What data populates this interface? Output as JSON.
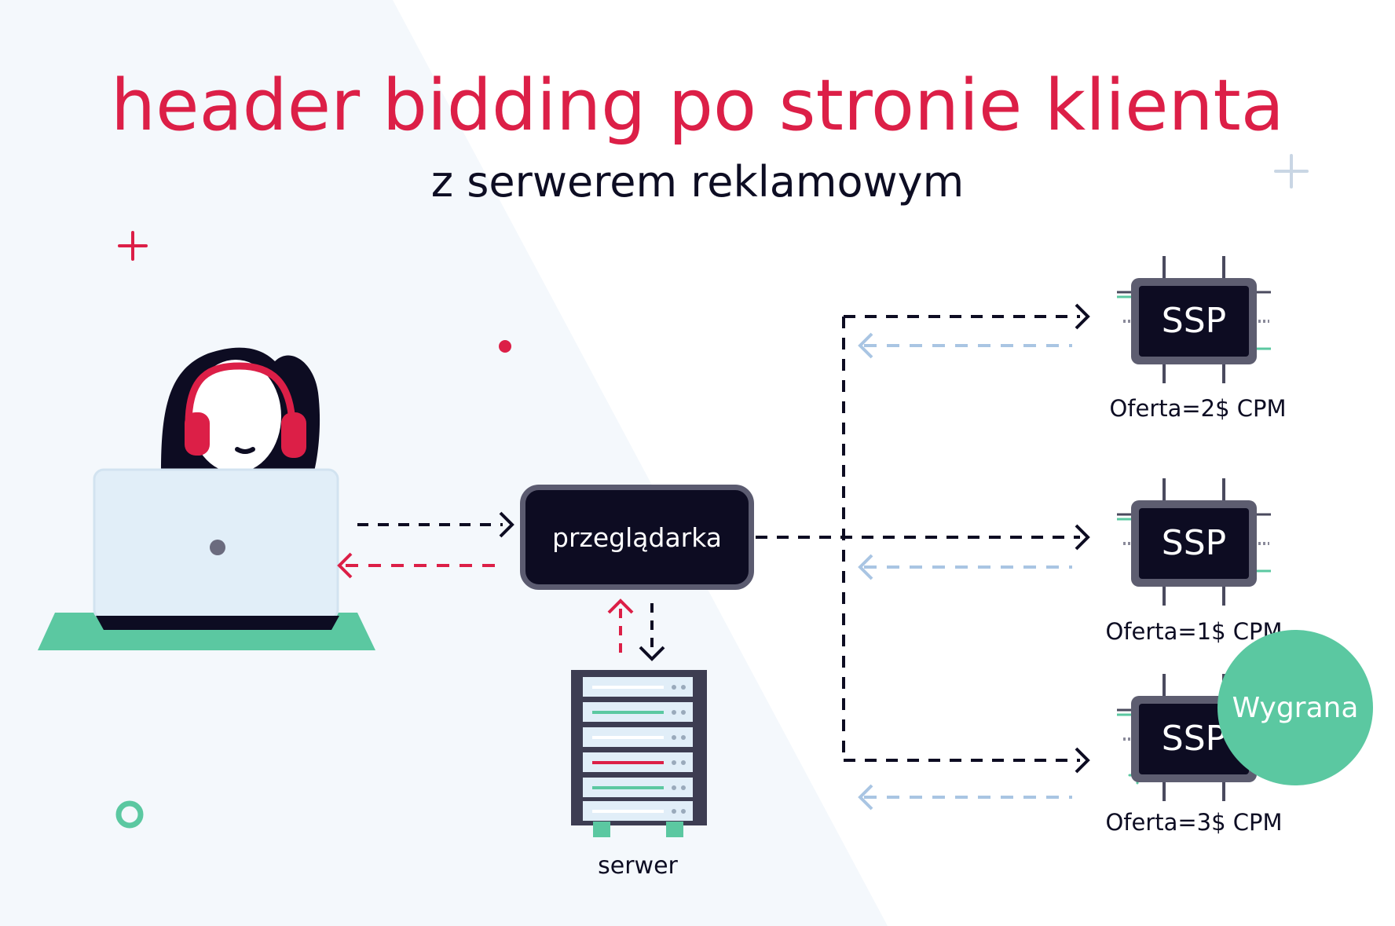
{
  "title": "header bidding po stronie klienta",
  "subtitle": "z serwerem reklamowym",
  "browser": {
    "label": "przeglądarka"
  },
  "server": {
    "label": "serwer"
  },
  "ssps": [
    {
      "label": "SSP",
      "offer": "Oferta=2$ CPM"
    },
    {
      "label": "SSP",
      "offer": "Oferta=1$ CPM"
    },
    {
      "label": "SSP",
      "offer": "Oferta=3$ CPM"
    }
  ],
  "winner": {
    "label": "Wygrana"
  },
  "colors": {
    "accent_red": "#dc1f47",
    "accent_green": "#5bc8a1",
    "dark_navy": "#0d0c22",
    "arrow_light_blue": "#a9c5e3",
    "laptop_screen": "#e1eef8",
    "background_panel": "#f4f8fc"
  },
  "icons": [
    "person-with-headphones-icon",
    "laptop-icon",
    "server-rack-icon",
    "chip-icon",
    "plus-icon",
    "dot-icon",
    "ring-icon"
  ]
}
